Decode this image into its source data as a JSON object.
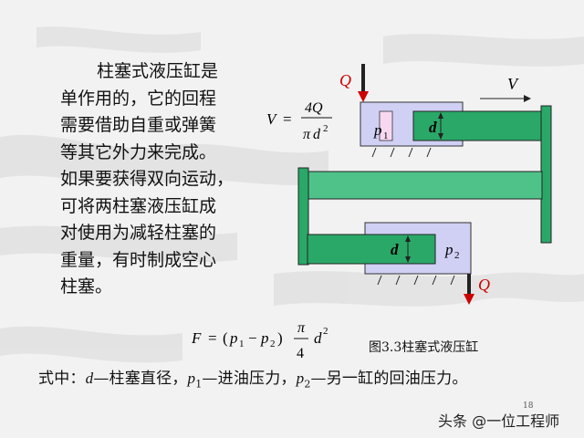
{
  "paragraph": [
    "柱塞式液压缸是",
    "单作用的，它的回程",
    "需要借助自重或弹簧",
    "等其它外力来完成。",
    "如果要获得双向运动，",
    "可将两柱塞液压缸成",
    "对使用为减轻柱塞的",
    "重量，有时制成空心",
    "柱塞。"
  ],
  "formula_v": {
    "lhs": "V",
    "eq": "=",
    "num": "4Q",
    "den_pi": "π",
    "den_d": "d",
    "den_exp": "2"
  },
  "formula_f": {
    "lhs": "F",
    "eq": "=",
    "paren_open": "(",
    "p1": "p",
    "p1_sub": "1",
    "minus": "−",
    "p2": "p",
    "p2_sub": "2",
    "paren_close": ")",
    "num": "π",
    "den": "4",
    "d": "d",
    "exp": "2"
  },
  "diagram": {
    "label_Q_top": "Q",
    "label_V": "V",
    "label_p1": "p",
    "label_p1_sub": "1",
    "label_d_top": "d",
    "label_d_bottom": "d",
    "label_p2": "p",
    "label_p2_sub": "2",
    "label_Q_bottom": "Q",
    "colors": {
      "cylinder": "#d0d0f5",
      "plunger": "#2aa868",
      "frame": "#4fc28a",
      "arrow": "#cc0000"
    }
  },
  "caption": "图3.3柱塞式液压缸",
  "footnote": {
    "prefix": "式中：",
    "d": "d",
    "d_text": "—柱塞直径，",
    "p1": "p",
    "p1_sub": "1",
    "p1_text": "—进油压力，",
    "p2": "p",
    "p2_sub": "2",
    "p2_text": "—另一缸的回油压力。"
  },
  "page_number": "18",
  "watermark": "头条 @一位工程师"
}
